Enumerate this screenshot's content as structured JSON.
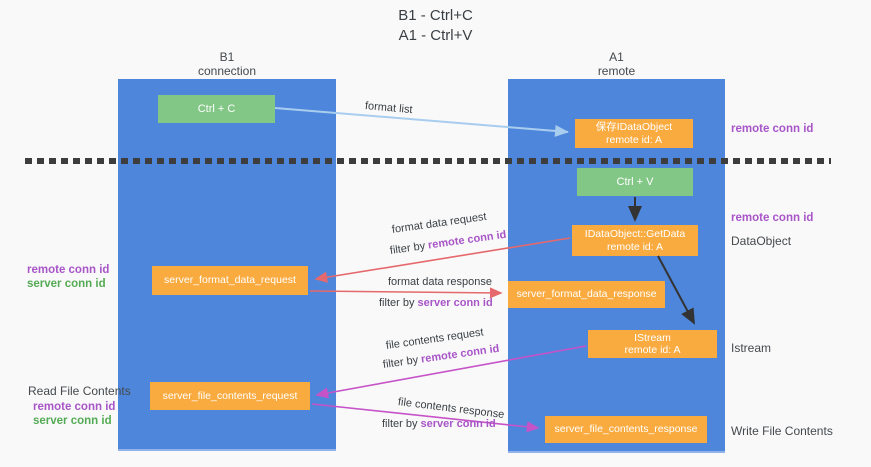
{
  "title": {
    "line1": "B1 - Ctrl+C",
    "line2": "A1 - Ctrl+V"
  },
  "columns": {
    "b1": {
      "name": "B1",
      "role": "connection"
    },
    "a1": {
      "name": "A1",
      "role": "remote"
    }
  },
  "nodes": {
    "ctrl_c": {
      "label": "Ctrl + C"
    },
    "saved_idataobject": {
      "line1": "保存IDataObject",
      "line2": "remote id: A"
    },
    "ctrl_v": {
      "label": "Ctrl + V"
    },
    "getdata": {
      "line1": "IDataObject::GetData",
      "line2": "remote id: A"
    },
    "server_format_data_request": {
      "label": "server_format_data_request"
    },
    "server_format_data_response": {
      "label": "server_format_data_response"
    },
    "istream": {
      "line1": "IStream",
      "line2": "remote id: A"
    },
    "server_file_contents_request": {
      "label": "server_file_contents_request"
    },
    "server_file_contents_response": {
      "label": "server_file_contents_response"
    }
  },
  "flow_labels": {
    "format_list": "format list",
    "format_data_request": "format data request",
    "format_data_response": "format data response",
    "file_contents_request": "file contents request",
    "file_contents_response": "file contents response",
    "filter_by": "filter by ",
    "remote_conn_id": "remote conn id",
    "server_conn_id": "server conn id"
  },
  "side_labels": {
    "right_top_remote_conn_id": "remote conn id",
    "right_mid_remote_conn_id": "remote conn id",
    "dataobject": "DataObject",
    "istream": "Istream",
    "write_file_contents": "Write File Contents",
    "left_remote_conn_id": "remote conn id",
    "left_server_conn_id": "server conn id",
    "read_file_contents": "Read File Contents",
    "left_bottom_remote_conn_id": "remote conn id",
    "left_bottom_server_conn_id": "server conn id"
  },
  "colors": {
    "column_blue": "#4e86db",
    "node_green": "#82c785",
    "node_orange": "#f9ab40",
    "arrow_red": "#e5696c",
    "arrow_magenta": "#c653c8",
    "arrow_lightblue": "#a9cdee",
    "arrow_black": "#333333",
    "text_purple": "#a855c8",
    "text_green": "#55ab55"
  }
}
